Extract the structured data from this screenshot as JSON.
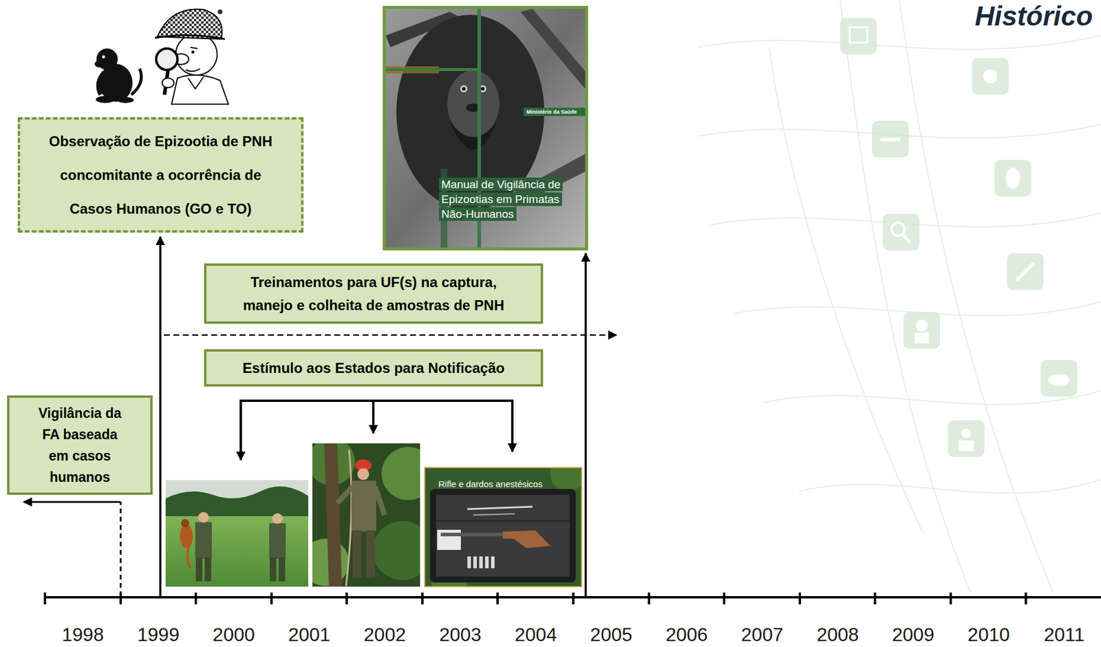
{
  "diagram": {
    "title": "Histórico",
    "nodes": [
      {
        "text": [
          "Observação de Epizootia de PNH concomitante a ocorrência de Casos Humanos (GO e TO)"
        ]
      },
      {
        "text": [
          "Ministério da Saúde",
          "Manual de Vigilância de Epizootias em Primatas Não-Humanos"
        ]
      },
      {
        "text": [
          "Treinamentos para UF(s) na captura, manejo e colheita de amostras de PNH"
        ]
      },
      {
        "text": [
          "Estímulo aos Estados para Notificação"
        ]
      },
      {
        "text": [
          "Vigilância da FA baseada em casos humanos"
        ]
      },
      {
        "text": [
          "Rifle e dardos anestésicos"
        ]
      }
    ],
    "labels": [
      "1998",
      "1999",
      "2000",
      "2001",
      "2002",
      "2003",
      "2004",
      "2005",
      "2006",
      "2007",
      "2008",
      "2009",
      "2010",
      "2011"
    ]
  }
}
